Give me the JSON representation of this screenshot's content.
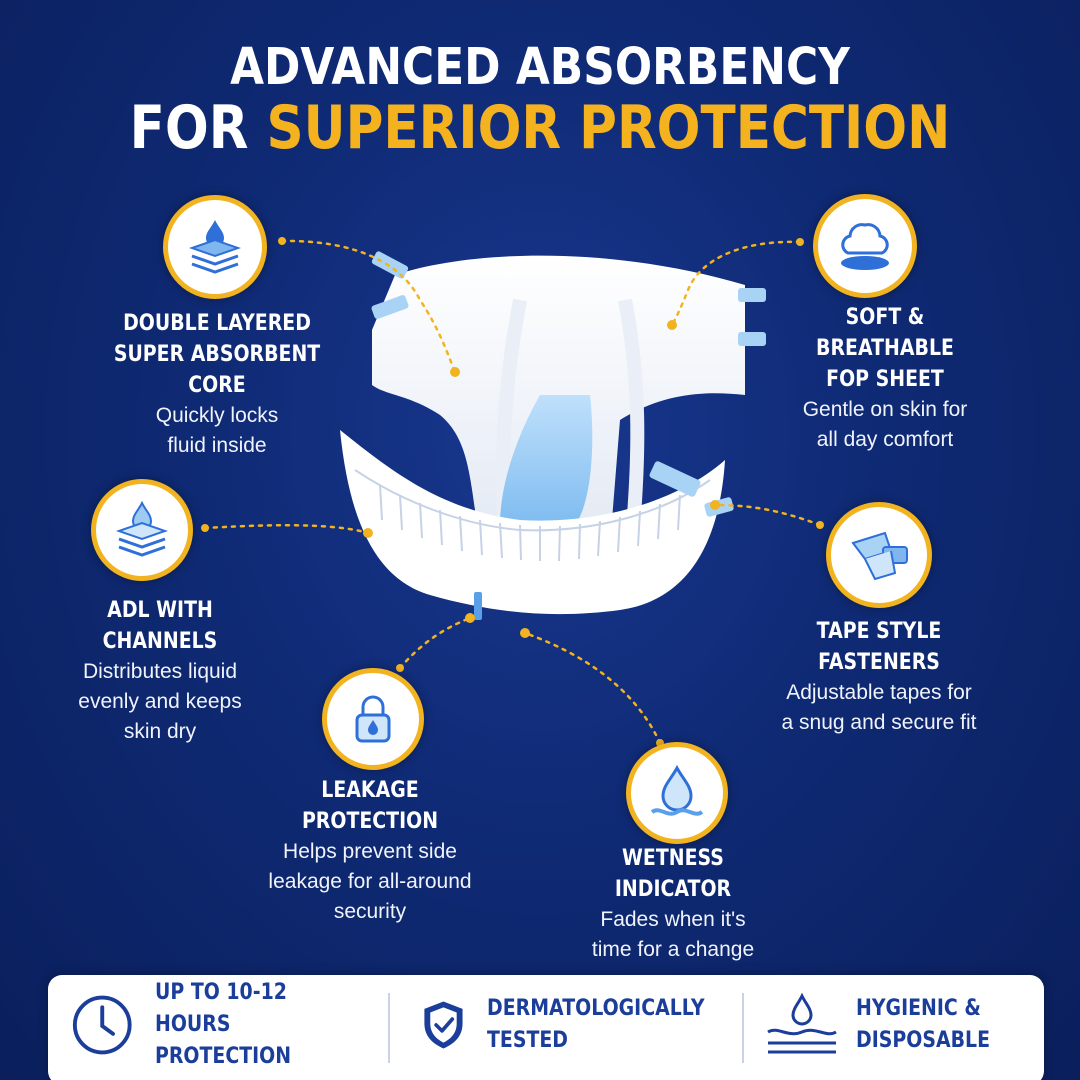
{
  "title": {
    "line1": "ADVANCED ABSORBENCY",
    "line2_prefix": "FOR ",
    "line2_accent": "SUPERIOR PROTECTION"
  },
  "colors": {
    "background": "#0f2a74",
    "accent": "#f5b21f",
    "icon_blue": "#2f6fd8",
    "text_white": "#ffffff",
    "badge_text": "#1b3e9a"
  },
  "features": [
    {
      "id": "double-layered-core",
      "icon": "layers-drop-icon",
      "title": "DOUBLE LAYERED\nSUPER ABSORBENT\nCORE",
      "desc": "Quickly locks\nfluid inside"
    },
    {
      "id": "adl-channels",
      "icon": "layers-droplet-icon",
      "title": "ADL WITH CHANNELS",
      "desc": "Distributes liquid\nevenly and keeps\nskin dry"
    },
    {
      "id": "leakage-protection",
      "icon": "lock-drop-icon",
      "title": "LEAKAGE PROTECTION",
      "desc": "Helps prevent side\nleakage for all-around\nsecurity"
    },
    {
      "id": "wetness-indicator",
      "icon": "water-drop-icon",
      "title": "WETNESS INDICATOR",
      "desc": "Fades when it's\ntime for a change"
    },
    {
      "id": "soft-breathable",
      "icon": "cloud-icon",
      "title": "SOFT & BREATHABLE\nFOP SHEET",
      "desc": "Gentle on skin for\nall day comfort"
    },
    {
      "id": "tape-fasteners",
      "icon": "tape-fastener-icon",
      "title": "TAPE STYLE\nFASTENERS",
      "desc": "Adjustable tapes for\na snug and secure fit"
    }
  ],
  "badges": [
    {
      "icon": "clock-icon",
      "text": "UP TO 10-12 HOURS\nPROTECTION"
    },
    {
      "icon": "shield-check-icon",
      "text": "DERMATOLOGICALLY\nTESTED"
    },
    {
      "icon": "drop-waves-icon",
      "text": "HYGIENIC &\nDISPOSABLE"
    }
  ]
}
